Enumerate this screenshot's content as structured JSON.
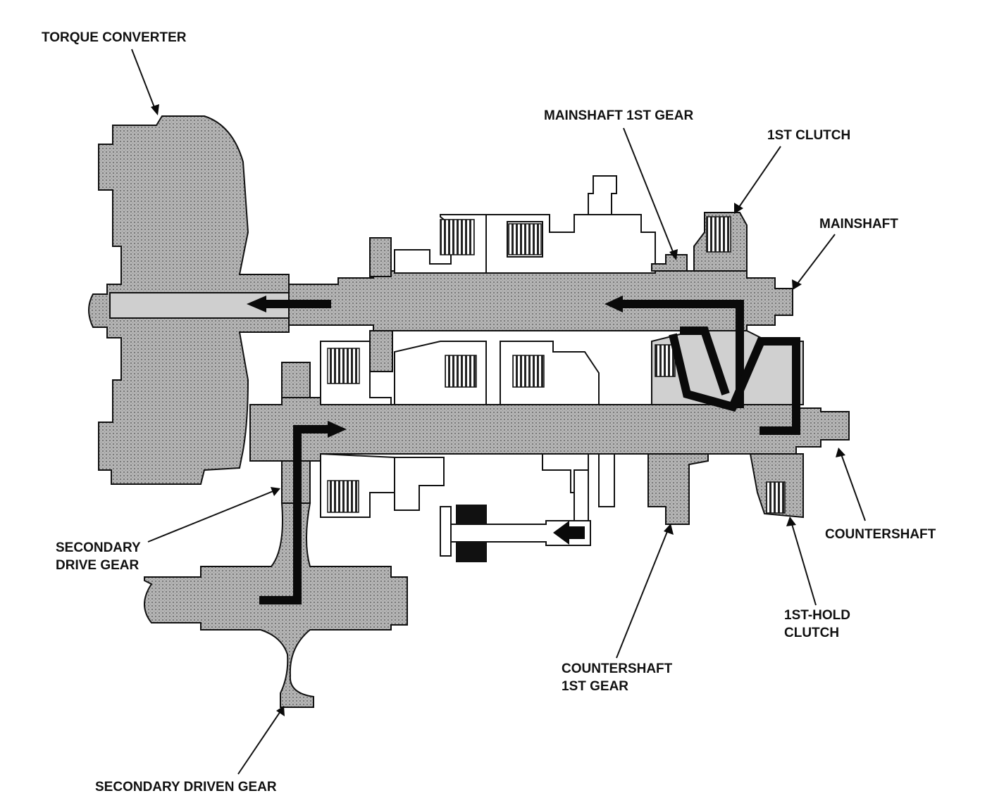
{
  "labels": {
    "torque_converter": "TORQUE CONVERTER",
    "mainshaft_1st_gear": "MAINSHAFT 1ST GEAR",
    "first_clutch": "1ST CLUTCH",
    "mainshaft": "MAINSHAFT",
    "countershaft": "COUNTERSHAFT",
    "secondary_drive_gear": [
      "SECONDARY",
      "DRIVE GEAR"
    ],
    "first_hold_clutch": [
      "1ST-HOLD",
      "CLUTCH"
    ],
    "countershaft_1st_gear": [
      "COUNTERSHAFT",
      "1ST GEAR"
    ],
    "secondary_driven_gear": "SECONDARY DRIVEN GEAR"
  },
  "colors": {
    "part_fill": "#a8a8a8",
    "ink": "#111111",
    "background": "#ffffff"
  }
}
